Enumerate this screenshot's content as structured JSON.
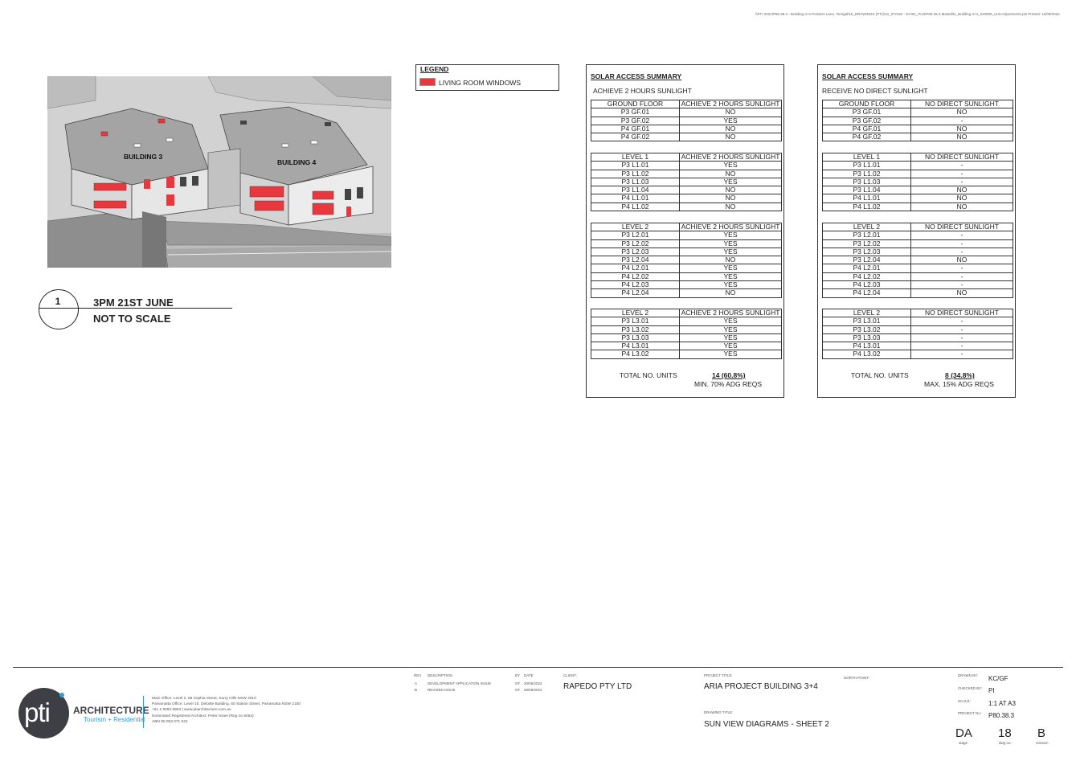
{
  "file_path": "\\\\PTI 2021\\P80.38.3 - Building 3+4 Pointers Lane, Terrigal\\10_DRAWINGS (PTI)\\10_STAGE - DA\\01_PLN\\P80.38.3 Mastefile_Building 3+4_220809_Unit Adjustments.pln      Printed: 12/09/2022",
  "view": {
    "number": "1",
    "title": "3PM 21ST JUNE",
    "subtitle": "NOT TO SCALE",
    "building_a_label": "BUILDING 3",
    "building_b_label": "BUILDING 4"
  },
  "legend": {
    "title": "LEGEND",
    "item_label": "LIVING ROOM WINDOWS",
    "item_color": "#e8383d"
  },
  "achieve": {
    "title": "SOLAR ACCESS SUMMARY",
    "subtitle": "ACHIEVE 2 HOURS SUNLIGHT",
    "groups": [
      {
        "header": [
          "GROUND FLOOR",
          "ACHIEVE 2 HOURS SUNLIGHT"
        ],
        "rows": [
          [
            "P3 GF.01",
            "NO"
          ],
          [
            "P3 GF.02",
            "YES"
          ],
          [
            "P4 GF.01",
            "NO"
          ],
          [
            "P4 GF.02",
            "NO"
          ]
        ]
      },
      {
        "header": [
          "LEVEL 1",
          "ACHIEVE 2 HOURS SUNLIGHT"
        ],
        "rows": [
          [
            "P3 L1.01",
            "YES"
          ],
          [
            "P3 L1.02",
            "NO"
          ],
          [
            "P3 L1.03",
            "YES"
          ],
          [
            "P3 L1.04",
            "NO"
          ],
          [
            "P4 L1.01",
            "NO"
          ],
          [
            "P4 L1.02",
            "NO"
          ]
        ]
      },
      {
        "header": [
          "LEVEL 2",
          "ACHIEVE 2 HOURS SUNLIGHT"
        ],
        "rows": [
          [
            "P3 L2.01",
            "YES"
          ],
          [
            "P3 L2.02",
            "YES"
          ],
          [
            "P3 L2.03",
            "YES"
          ],
          [
            "P3 L2.04",
            "NO"
          ],
          [
            "P4 L2.01",
            "YES"
          ],
          [
            "P4 L2.02",
            "YES"
          ],
          [
            "P4 L2.03",
            "YES"
          ],
          [
            "P4 L2.04",
            "NO"
          ]
        ]
      },
      {
        "header": [
          "LEVEL 2",
          "ACHIEVE 2 HOURS SUNLIGHT"
        ],
        "rows": [
          [
            "P3 L3.01",
            "YES"
          ],
          [
            "P3 L3.02",
            "YES"
          ],
          [
            "P3 L3.03",
            "YES"
          ],
          [
            "P4 L3.01",
            "YES"
          ],
          [
            "P4 L3.02",
            "YES"
          ]
        ]
      }
    ],
    "total_label": "TOTAL NO. UNITS",
    "total_value": "14 (60.8%)",
    "total_note": "MIN. 70% ADG REQS"
  },
  "nodirect": {
    "title": "SOLAR ACCESS SUMMARY",
    "subtitle": "RECEIVE NO DIRECT SUNLIGHT",
    "groups": [
      {
        "header": [
          "GROUND FLOOR",
          "NO DIRECT SUNLIGHT"
        ],
        "rows": [
          [
            "P3 GF.01",
            "NO"
          ],
          [
            "P3 GF.02",
            "-"
          ],
          [
            "P4 GF.01",
            "NO"
          ],
          [
            "P4 GF.02",
            "NO"
          ]
        ]
      },
      {
        "header": [
          "LEVEL 1",
          "NO DIRECT SUNLIGHT"
        ],
        "rows": [
          [
            "P3 L1.01",
            "-"
          ],
          [
            "P3 L1.02",
            "-"
          ],
          [
            "P3 L1.03",
            "-"
          ],
          [
            "P3 L1.04",
            "NO"
          ],
          [
            "P4 L1.01",
            "NO"
          ],
          [
            "P4 L1.02",
            "NO"
          ]
        ]
      },
      {
        "header": [
          "LEVEL 2",
          "NO DIRECT SUNLIGHT"
        ],
        "rows": [
          [
            "P3 L2.01",
            "-"
          ],
          [
            "P3 L2.02",
            "-"
          ],
          [
            "P3 L2.03",
            "-"
          ],
          [
            "P3 L2.04",
            "NO"
          ],
          [
            "P4 L2.01",
            "-"
          ],
          [
            "P4 L2.02",
            "-"
          ],
          [
            "P4 L2.03",
            "-"
          ],
          [
            "P4 L2.04",
            "NO"
          ]
        ]
      },
      {
        "header": [
          "LEVEL 2",
          "NO DIRECT SUNLIGHT"
        ],
        "rows": [
          [
            "P3 L3.01",
            "-"
          ],
          [
            "P3 L3.02",
            "-"
          ],
          [
            "P3 L3.03",
            "-"
          ],
          [
            "P4 L3.01",
            "-"
          ],
          [
            "P4 L3.02",
            "-"
          ]
        ]
      }
    ],
    "total_label": "TOTAL NO. UNITS",
    "total_value": "8 (34.8%)",
    "total_note": "MAX. 15% ADG REQS"
  },
  "title_block": {
    "logo_text": "pti",
    "brand": "ARCHITECTURE",
    "brand_sub": "Tourism + Residential",
    "address_lines": [
      "Main Office: Level 2, 68 Sophia Street, Surry Hills NSW 2010",
      "Parramatta Office: Level 15, Deloitte Building, 60 Station Street, Parramatta NSW 2150",
      "+61 2 9283 6963  |  www.ptiarchitecture.com.au",
      "Nominated Registered Architect: Peter Israel (Reg no 5064)",
      "ABN 90 053 071 022"
    ],
    "rev_header": "REV",
    "desc_header": "DESCRIPTION",
    "by_header": "BY",
    "date_header": "DATE",
    "revisions": [
      {
        "rev": "A",
        "desc": "DEVELOPMENT APPLICATION ISSUE",
        "by": "GF",
        "date": "20/06/2022"
      },
      {
        "rev": "B",
        "desc": "REVISED ISSUE",
        "by": "GF",
        "date": "28/09/2022"
      }
    ],
    "client_label": "CLIENT:",
    "client": "RAPEDO PTY LTD",
    "project_label": "PROJECT TITLE:",
    "project": "ARIA PROJECT BUILDING 3+4",
    "north_label": "NORTH POINT:",
    "drawing_label": "DRAWING TITLE:",
    "drawing": "SUN VIEW DIAGRAMS - SHEET 2",
    "drawn_by_label": "DRAWN BY:",
    "drawn_by": "KC/GF",
    "checked_label": "CHECKED BY:",
    "checked": "PI",
    "scale_label": "SCALE:",
    "scale": "1:1 AT A3",
    "project_no_label": "PROJECT No:",
    "project_no": "P80.38.3",
    "stage": "DA",
    "stage_label": "stage",
    "dwg_no": "18",
    "dwg_label": "dwg no.",
    "revision": "B",
    "revision_label": "revision"
  }
}
